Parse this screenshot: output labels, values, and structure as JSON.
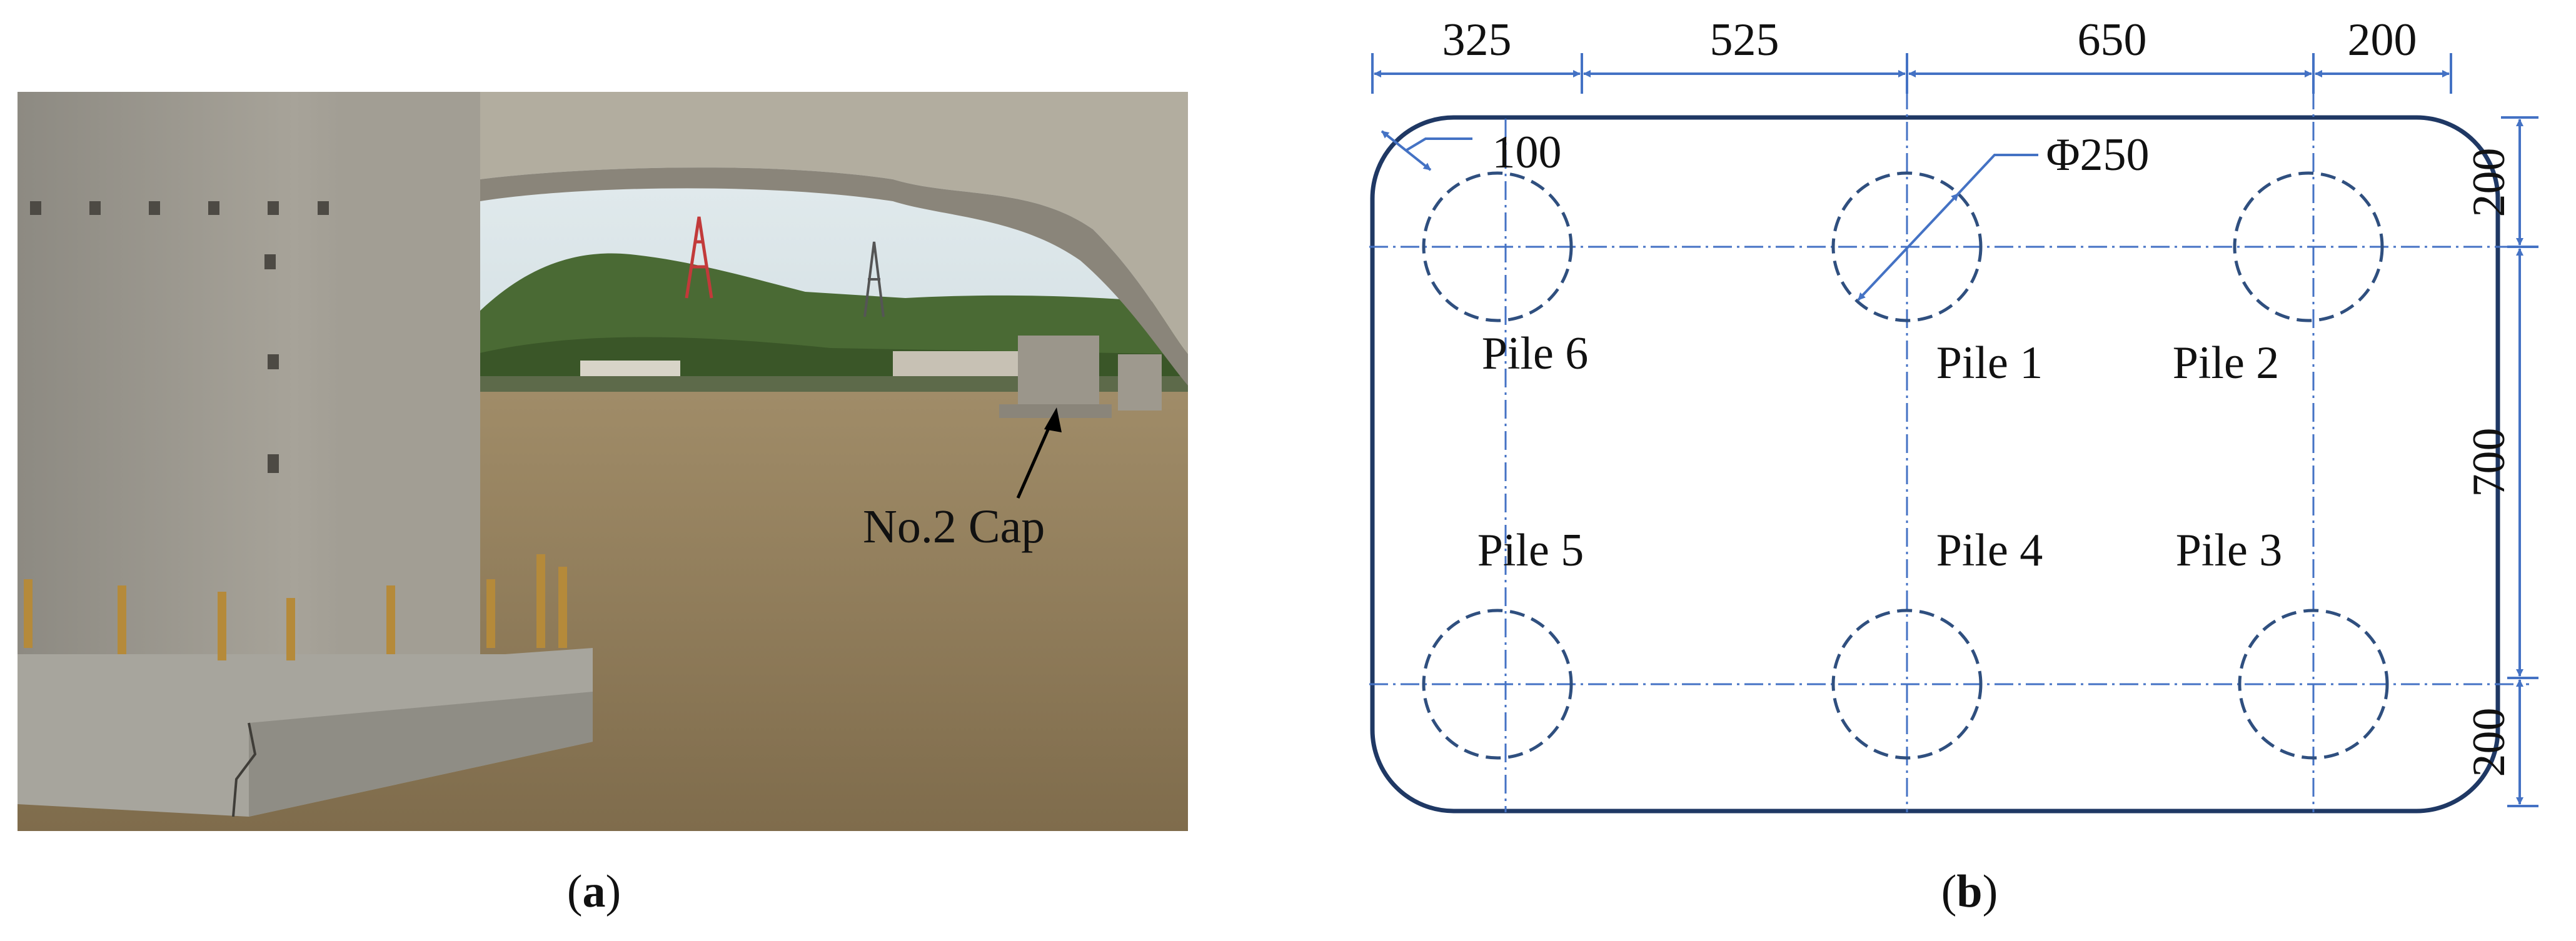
{
  "panel_a": {
    "caption_open": "(",
    "caption_letter": "a",
    "caption_close": ")",
    "annotation": "No.2 Cap"
  },
  "panel_b": {
    "caption_open": "(",
    "caption_letter": "b",
    "caption_close": ")",
    "dims_top": [
      "325",
      "525",
      "650",
      "200"
    ],
    "dims_right": [
      "200",
      "700",
      "200"
    ],
    "corner_radius_label": "100",
    "pile_diameter_label": "Φ250",
    "piles": [
      {
        "label": "Pile 6"
      },
      {
        "label": "Pile 1"
      },
      {
        "label": "Pile 2"
      },
      {
        "label": "Pile 5"
      },
      {
        "label": "Pile 4"
      },
      {
        "label": "Pile 3"
      }
    ]
  },
  "colors": {
    "outline": "#1f3864",
    "dimension": "#4472c4",
    "pile": "#2f4f7f",
    "water": "#8c7a58",
    "concrete": "#a9a59c",
    "sky": "#dfe8ea"
  }
}
